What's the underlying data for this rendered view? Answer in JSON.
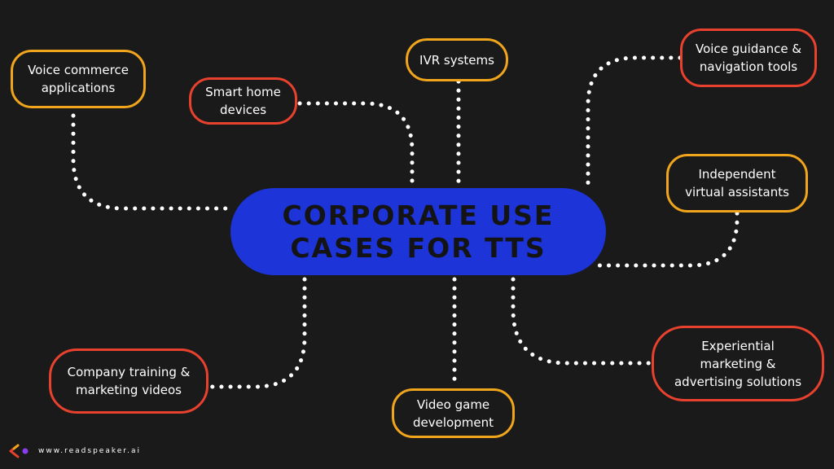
{
  "center": {
    "title": "CORPORATE USE\nCASES FOR TTS"
  },
  "colors": {
    "background": "#1b1a1b",
    "center_fill": "#1c34d8",
    "border_orange": "#f0a51c",
    "border_red": "#e8412e",
    "connector": "#ffffff"
  },
  "nodes": [
    {
      "id": "voice-commerce",
      "label": "Voice commerce\napplications",
      "border": "orange"
    },
    {
      "id": "smart-home",
      "label": "Smart home\ndevices",
      "border": "red"
    },
    {
      "id": "ivr",
      "label": "IVR systems",
      "border": "orange"
    },
    {
      "id": "voice-guidance",
      "label": "Voice guidance &\nnavigation tools",
      "border": "red"
    },
    {
      "id": "virtual-assistants",
      "label": "Independent\nvirtual assistants",
      "border": "orange"
    },
    {
      "id": "experiential-marketing",
      "label": "Experiential\nmarketing &\nadvertising solutions",
      "border": "red"
    },
    {
      "id": "video-game",
      "label": "Video game\ndevelopment",
      "border": "orange"
    },
    {
      "id": "company-training",
      "label": "Company training &\nmarketing videos",
      "border": "red"
    }
  ],
  "brand": {
    "logo_icon": "readspeaker-logo-icon",
    "url": "www.readspeaker.ai"
  }
}
